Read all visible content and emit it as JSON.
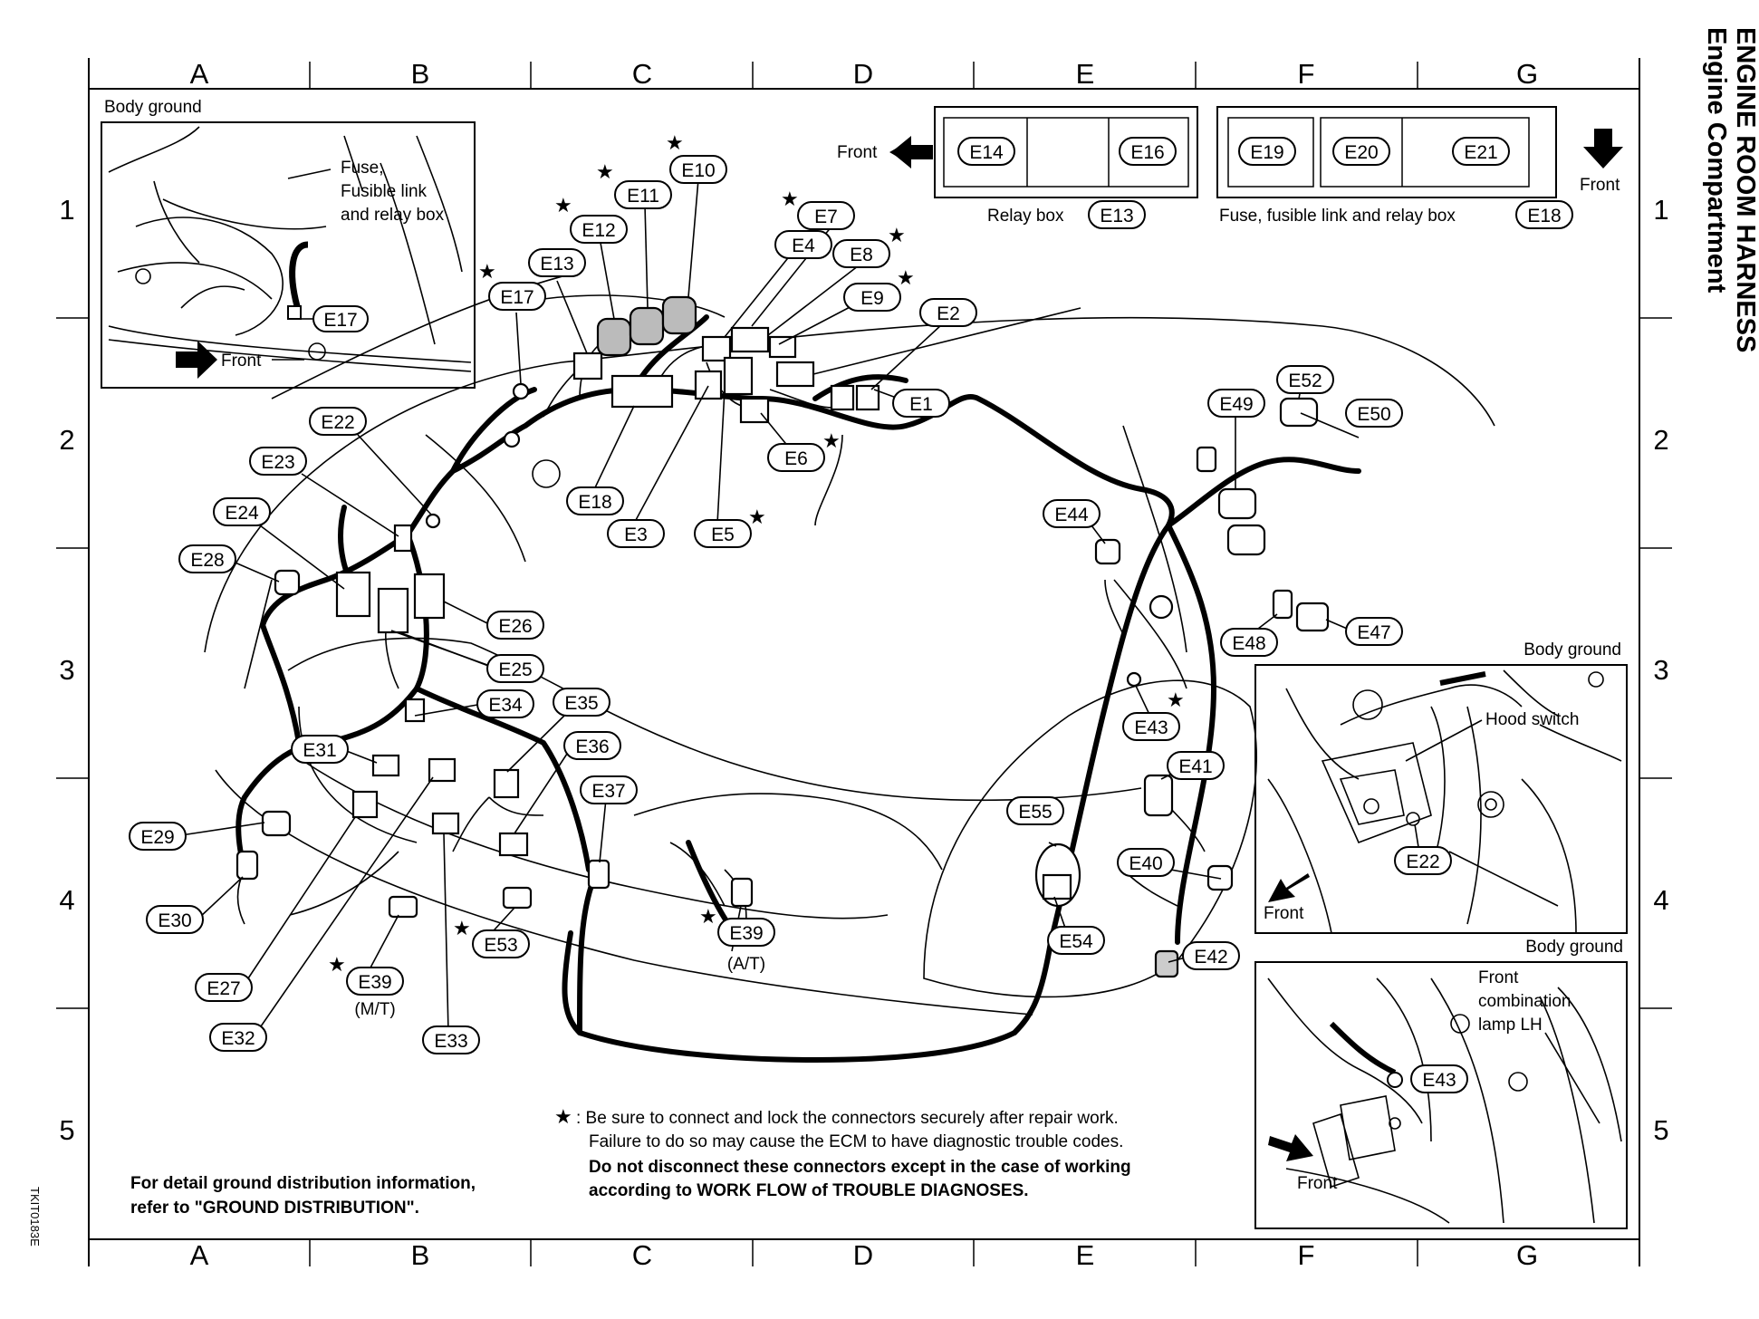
{
  "title": {
    "main": "ENGINE ROOM HARNESS",
    "sub": "Engine Compartment"
  },
  "grid": {
    "columns": [
      "A",
      "B",
      "C",
      "D",
      "E",
      "F",
      "G"
    ],
    "rows": [
      "1",
      "2",
      "3",
      "4",
      "5"
    ]
  },
  "side_code": "TKIT0183E",
  "insets": {
    "body_ground_a": {
      "caption": "Body ground",
      "line1": "Fuse,",
      "line2": "Fusible link",
      "line3": "and relay box",
      "front": "Front",
      "connector": "E17"
    },
    "relay_box": {
      "front": "Front",
      "connectors": [
        "E14",
        "E16"
      ],
      "caption": "Relay box",
      "caption_connector": "E13"
    },
    "fuse_box": {
      "front": "Front",
      "connectors": [
        "E19",
        "E20",
        "E21"
      ],
      "caption": "Fuse, fusible link and relay box",
      "caption_connector": "E18"
    },
    "hood_switch": {
      "caption": "Body ground",
      "label": "Hood switch",
      "front": "Front",
      "connector": "E22"
    },
    "combination_lamp": {
      "caption": "Body ground",
      "line1": "Front",
      "line2": "combination",
      "line3": "lamp LH",
      "front": "Front",
      "connector": "E43"
    }
  },
  "connectors": [
    {
      "id": "E1",
      "star": false
    },
    {
      "id": "E2",
      "star": false
    },
    {
      "id": "E3",
      "star": false
    },
    {
      "id": "E4",
      "star": false
    },
    {
      "id": "E5",
      "star": true
    },
    {
      "id": "E6",
      "star": true
    },
    {
      "id": "E7",
      "star": true
    },
    {
      "id": "E8",
      "star": true
    },
    {
      "id": "E9",
      "star": true
    },
    {
      "id": "E10",
      "star": true
    },
    {
      "id": "E11",
      "star": true
    },
    {
      "id": "E12",
      "star": true
    },
    {
      "id": "E13",
      "star": false
    },
    {
      "id": "E17",
      "star": true
    },
    {
      "id": "E18",
      "star": false
    },
    {
      "id": "E22",
      "star": false
    },
    {
      "id": "E23",
      "star": false
    },
    {
      "id": "E24",
      "star": false
    },
    {
      "id": "E25",
      "star": false
    },
    {
      "id": "E26",
      "star": false
    },
    {
      "id": "E27",
      "star": false
    },
    {
      "id": "E28",
      "star": false
    },
    {
      "id": "E29",
      "star": false
    },
    {
      "id": "E30",
      "star": false
    },
    {
      "id": "E31",
      "star": false
    },
    {
      "id": "E32",
      "star": false
    },
    {
      "id": "E33",
      "star": false
    },
    {
      "id": "E34",
      "star": false
    },
    {
      "id": "E35",
      "star": false
    },
    {
      "id": "E36",
      "star": false
    },
    {
      "id": "E37",
      "star": false
    },
    {
      "id": "E39",
      "star": true,
      "note": "(A/T)"
    },
    {
      "id": "E39",
      "star": true,
      "note": "(M/T)"
    },
    {
      "id": "E40",
      "star": false
    },
    {
      "id": "E41",
      "star": false
    },
    {
      "id": "E42",
      "star": false
    },
    {
      "id": "E43",
      "star": true
    },
    {
      "id": "E44",
      "star": false
    },
    {
      "id": "E47",
      "star": false
    },
    {
      "id": "E48",
      "star": false
    },
    {
      "id": "E49",
      "star": false
    },
    {
      "id": "E50",
      "star": false
    },
    {
      "id": "E52",
      "star": false
    },
    {
      "id": "E53",
      "star": true
    },
    {
      "id": "E54",
      "star": false
    },
    {
      "id": "E55",
      "star": false
    }
  ],
  "notes": {
    "ground_line1": "For detail ground distribution information,",
    "ground_line2": "refer to \"GROUND DISTRIBUTION\".",
    "star_symbol": "★",
    "star_line1": ": Be sure to connect and lock the connectors securely after repair work.",
    "star_line2": "Failure to do so may cause the ECM to have diagnostic trouble codes.",
    "star_line3": "Do not disconnect these connectors except in the case of working",
    "star_line4": "according to WORK FLOW of TROUBLE DIAGNOSES."
  }
}
